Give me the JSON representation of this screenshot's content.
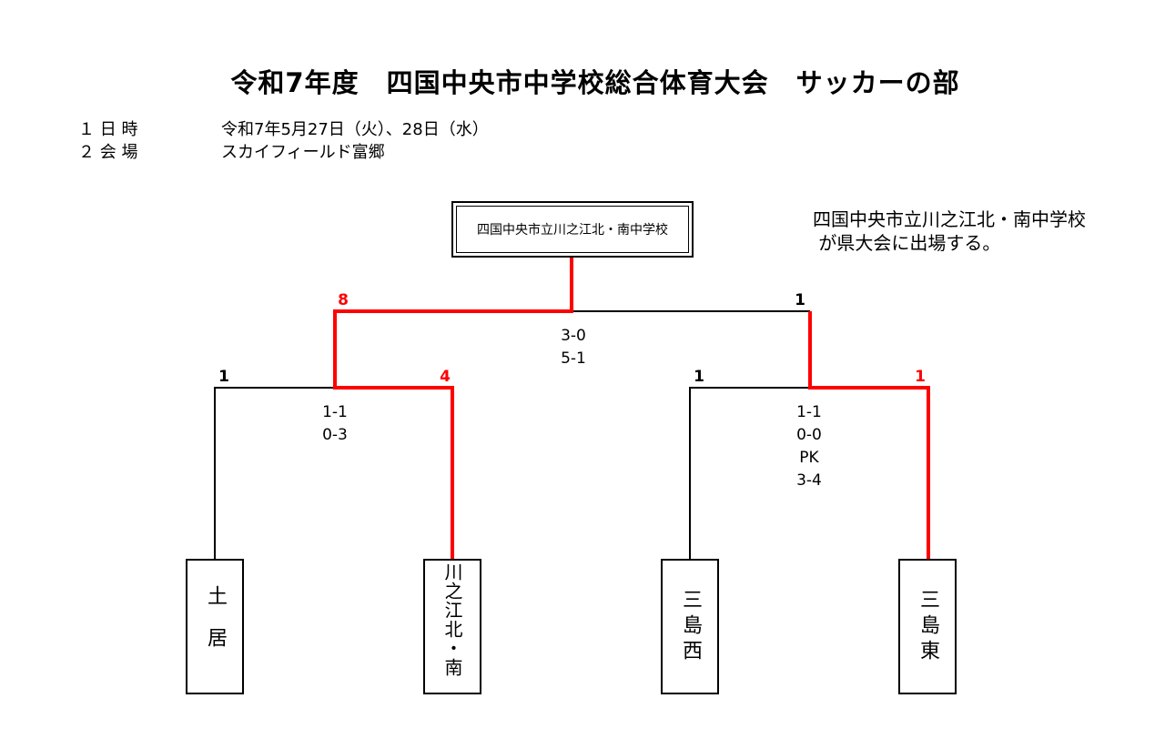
{
  "title": "令和7年度　四国中央市中学校総合体育大会　サッカーの部",
  "info": [
    {
      "label": "１ 日 時",
      "value": "令和7年5月27日（火）、28日（水）"
    },
    {
      "label": "２ 会 場",
      "value": "スカイフィールド富郷"
    }
  ],
  "winner": "四国中央市立川之江北・南中学校",
  "note": "四国中央市立川之江北・南中学校\n が県大会に出場する。",
  "teams": [
    "土居",
    "川之江北・南",
    "三島西",
    "三島東"
  ],
  "matches": {
    "semi_left": {
      "score_top": "1",
      "score_bottom": "4",
      "detail": [
        "1-1",
        "0-3"
      ]
    },
    "semi_right": {
      "score_top": "1",
      "score_bottom": "1",
      "detail": [
        "1-1",
        "0-0",
        "PK",
        "3-4"
      ]
    },
    "final": {
      "score_left": "8",
      "score_right": "1",
      "detail": [
        "3-0",
        "5-1"
      ]
    }
  },
  "colors": {
    "winner_path": "#ff0000",
    "line": "#000000"
  }
}
